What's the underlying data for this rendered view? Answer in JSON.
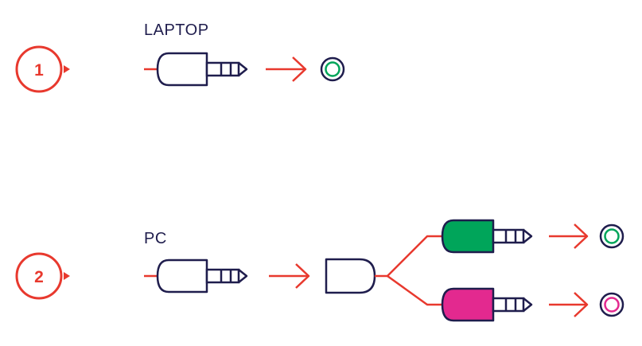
{
  "colors": {
    "red": "#e8392e",
    "navy": "#1f1d4d",
    "green": "#00a55a",
    "pink": "#e3298f",
    "background": "#ffffff"
  },
  "steps": [
    {
      "number": "1",
      "label": "LAPTOP"
    },
    {
      "number": "2",
      "label": "PC"
    }
  ],
  "icons": {
    "plug": "audio-plug-icon",
    "arrow": "arrow-right-icon",
    "jack": "audio-jack-icon",
    "splitter": "splitter-adapter-icon"
  }
}
